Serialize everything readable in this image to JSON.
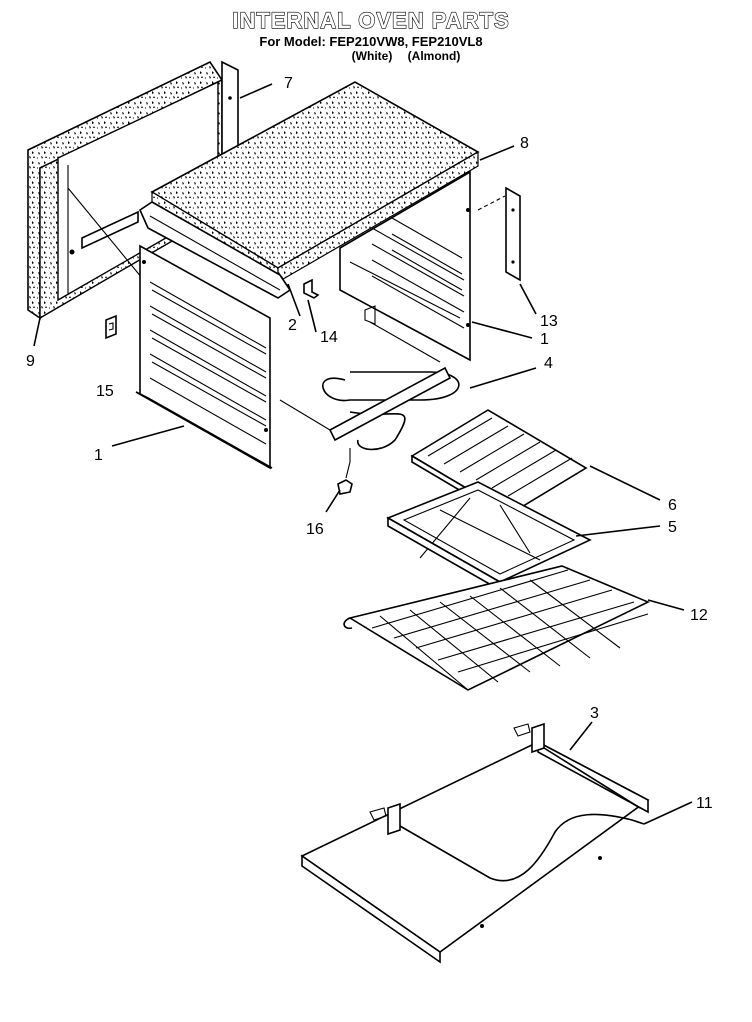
{
  "header": {
    "title": "INTERNAL OVEN PARTS",
    "subtitle": "For Model: FEP210VW8, FEP210VL8",
    "color_white": "(White)",
    "color_almond": "(Almond)"
  },
  "callouts": [
    {
      "id": "c1a",
      "label": "1"
    },
    {
      "id": "c1b",
      "label": "1"
    },
    {
      "id": "c2",
      "label": "2"
    },
    {
      "id": "c3",
      "label": "3"
    },
    {
      "id": "c4",
      "label": "4"
    },
    {
      "id": "c5",
      "label": "5"
    },
    {
      "id": "c6",
      "label": "6"
    },
    {
      "id": "c7",
      "label": "7"
    },
    {
      "id": "c8",
      "label": "8"
    },
    {
      "id": "c9",
      "label": "9"
    },
    {
      "id": "c11",
      "label": "11"
    },
    {
      "id": "c12",
      "label": "12"
    },
    {
      "id": "c13",
      "label": "13"
    },
    {
      "id": "c14",
      "label": "14"
    },
    {
      "id": "c15",
      "label": "15"
    },
    {
      "id": "c16",
      "label": "16"
    }
  ],
  "colors": {
    "ink": "#000000",
    "paper": "#ffffff"
  }
}
